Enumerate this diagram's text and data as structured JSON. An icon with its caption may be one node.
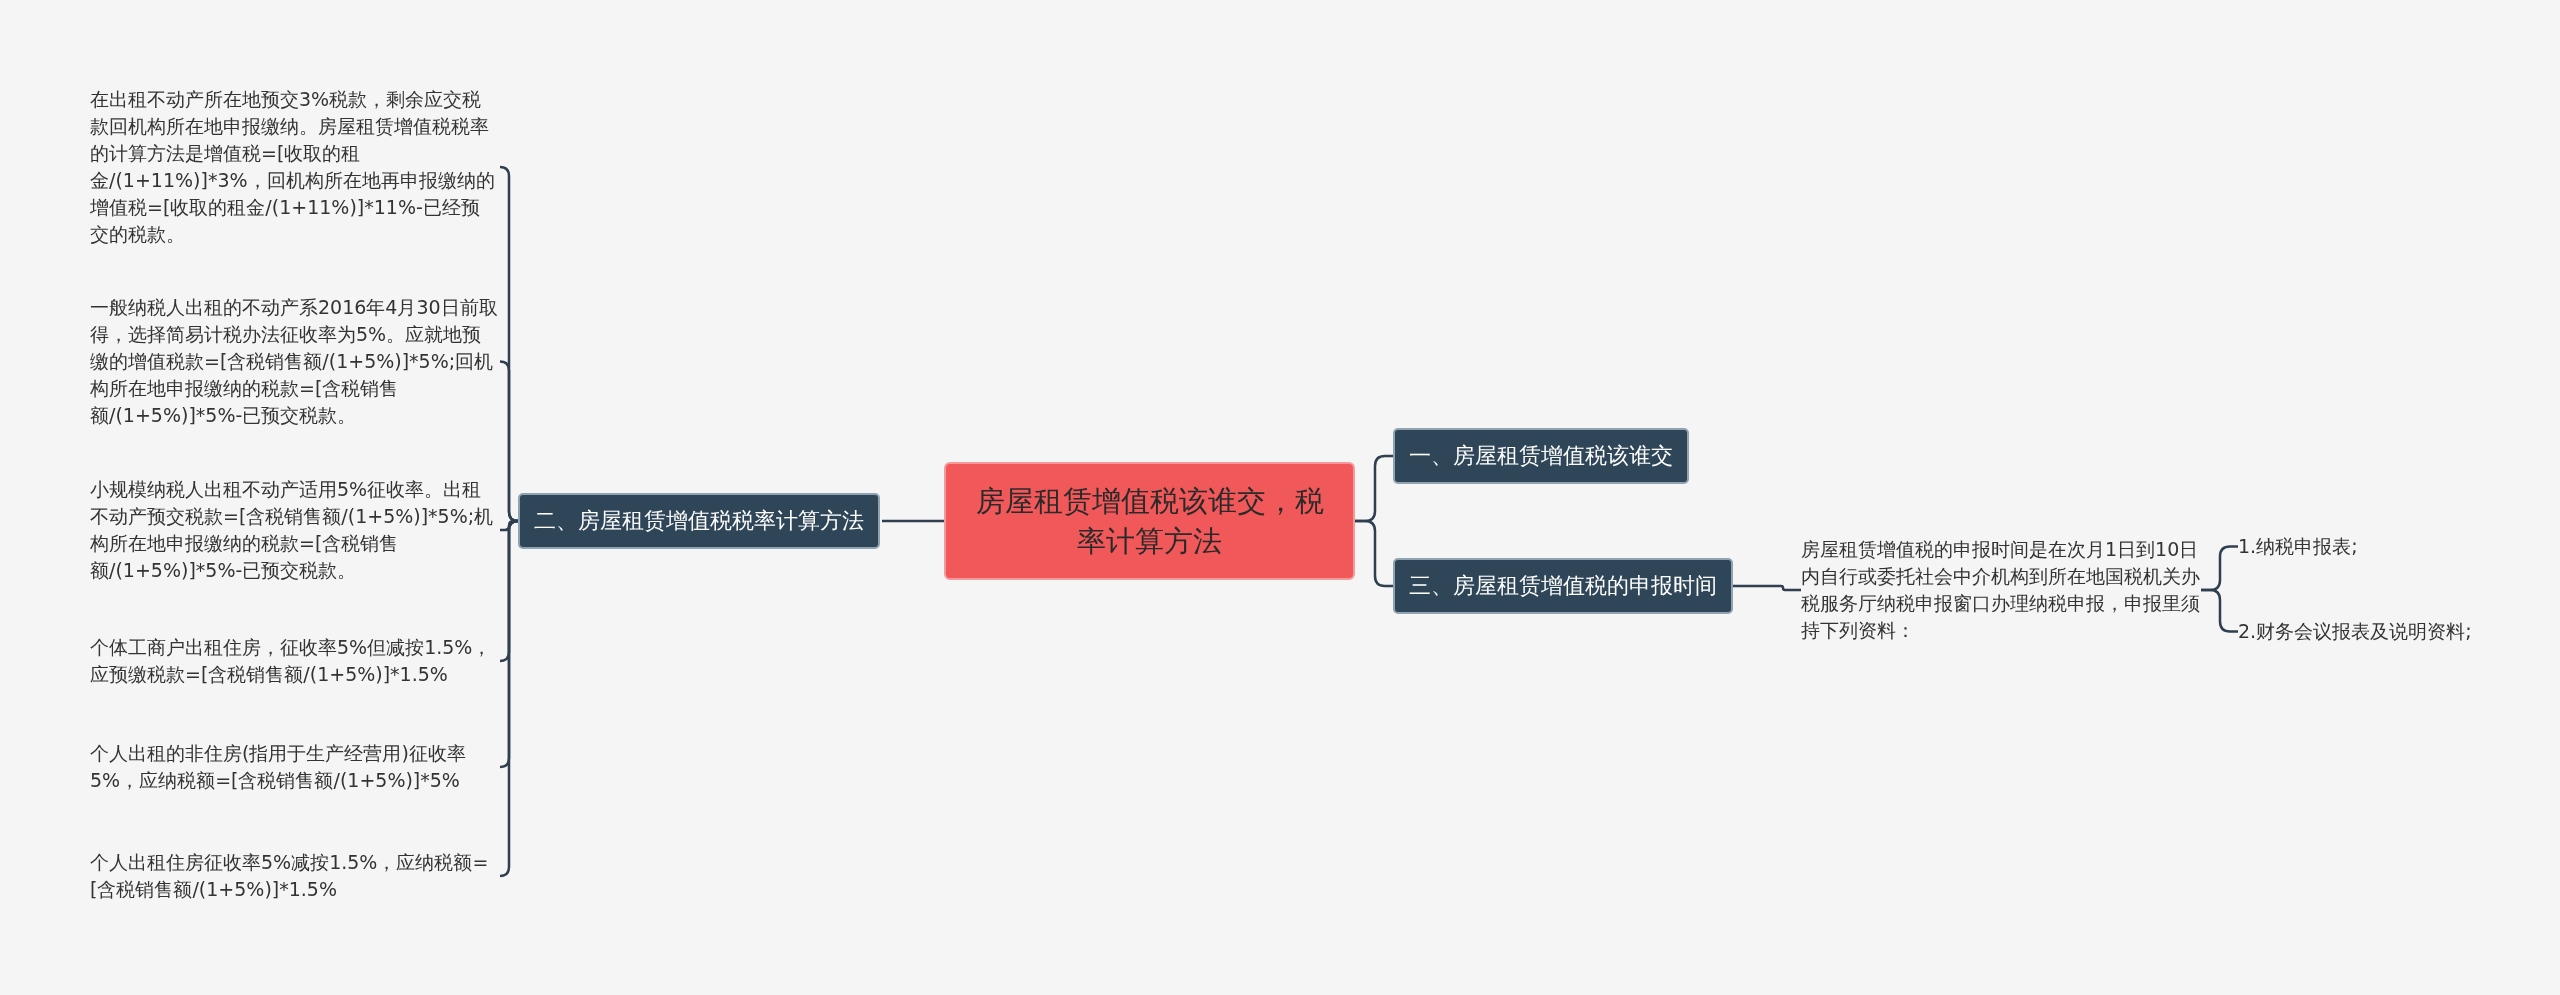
{
  "diagram": {
    "nodes": [
      {
        "text": [
          "房屋租赁增值税该谁交，税率计算方法"
        ]
      },
      {
        "text": [
          "一、房屋租赁增值税该谁交"
        ]
      },
      {
        "text": [
          "二、房屋租赁增值税税率计算方法"
        ]
      },
      {
        "text": [
          "在出租不动产所在地预交3%税款，剩余应交税款回机构所在地申报缴纳。房屋租赁增值税税率的计算方法是增值税=[收取的租金/(1+11%)]*3%，回机构所在地再申报缴纳的增值税=[收取的租金/(1+11%)]*11%-已经预交的税款。"
        ]
      },
      {
        "text": [
          "一般纳税人出租的不动产系2016年4月30日前取得，选择简易计税办法征收率为5%。应就地预缴的增值税款=[含税销售额/(1+5%)]*5%;回机构所在地申报缴纳的税款=[含税销售额/(1+5%)]*5%-已预交税款。"
        ]
      },
      {
        "text": [
          "小规模纳税人出租不动产适用5%征收率。出租不动产预交税款=[含税销售额/(1+5%)]*5%;机构所在地申报缴纳的税款=[含税销售额/(1+5%)]*5%-已预交税款。"
        ]
      },
      {
        "text": [
          "个体工商户出租住房，征收率5%但减按1.5%，应预缴税款=[含税销售额/(1+5%)]*1.5%"
        ]
      },
      {
        "text": [
          "个人出租的非住房(指用于生产经营用)征收率5%，应纳税额=[含税销售额/(1+5%)]*5%"
        ]
      },
      {
        "text": [
          "个人出租住房征收率5%减按1.5%，应纳税额=[含税销售额/(1+5%)]*1.5%"
        ]
      },
      {
        "text": [
          "三、房屋租赁增值税的申报时间"
        ]
      },
      {
        "text": [
          "房屋租赁增值税的申报时间是在次月1日到10日内自行或委托社会中介机构到所在地国税机关办税服务厅纳税申报窗口办理纳税申报，申报里须持下列资料："
        ]
      },
      {
        "text": [
          "1.纳税申报表;"
        ]
      },
      {
        "text": [
          "2.财务会议报表及说明资料;"
        ]
      }
    ],
    "edges": [
      {
        "from": 0,
        "to": 1,
        "arrow": "none"
      },
      {
        "from": 0,
        "to": 2,
        "arrow": "none"
      },
      {
        "from": 0,
        "to": 9,
        "arrow": "none"
      },
      {
        "from": 2,
        "to": 3,
        "arrow": "none"
      },
      {
        "from": 2,
        "to": 4,
        "arrow": "none"
      },
      {
        "from": 2,
        "to": 5,
        "arrow": "none"
      },
      {
        "from": 2,
        "to": 6,
        "arrow": "none"
      },
      {
        "from": 2,
        "to": 7,
        "arrow": "none"
      },
      {
        "from": 2,
        "to": 8,
        "arrow": "none"
      },
      {
        "from": 9,
        "to": 10,
        "arrow": "none"
      },
      {
        "from": 10,
        "to": 11,
        "arrow": "none"
      },
      {
        "from": 10,
        "to": 12,
        "arrow": "none"
      }
    ]
  }
}
